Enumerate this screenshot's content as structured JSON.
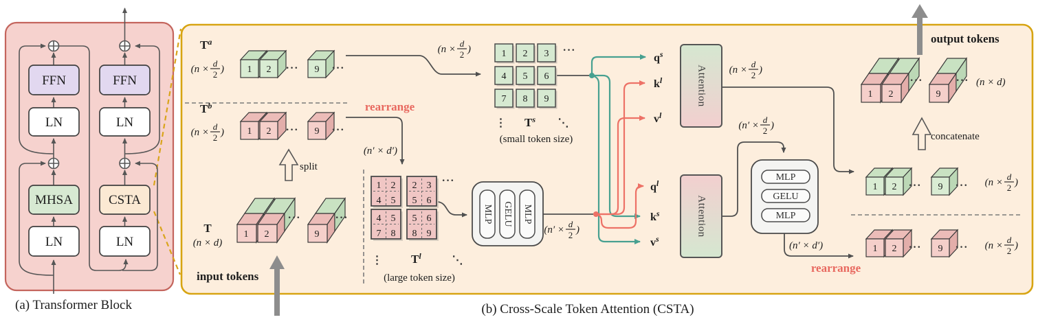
{
  "captions": {
    "a": "(a) Transformer Block",
    "b": "(b) Cross-Scale Token Attention (CSTA)"
  },
  "panel_a": {
    "ffn": "FFN",
    "ln": "LN",
    "mhsa": "MHSA",
    "csta": "CSTA"
  },
  "panel_b": {
    "labels": {
      "t_a_base": "T",
      "t_a_sup": "a",
      "t_b_base": "T",
      "t_b_sup": "b",
      "t_base": "T",
      "t_s_base": "T",
      "t_s_sup": "s",
      "t_l_base": "T",
      "t_l_sup": "l",
      "q_s_base": "q",
      "q_s_sup": "s",
      "k_l_base": "k",
      "k_l_sup": "l",
      "v_l_base": "v",
      "v_l_sup": "l",
      "q_l_base": "q",
      "q_l_sup": "l",
      "k_s_base": "k",
      "k_s_sup": "s",
      "v_s_base": "v",
      "v_s_sup": "s",
      "small_note": "(small token size)",
      "large_note": "(large token size)",
      "split": "split",
      "rearrange": "rearrange",
      "input_tokens": "input tokens",
      "output_tokens": "output tokens",
      "concatenate": "concatenate",
      "attention": "Attention",
      "mlp": "MLP",
      "gelu": "GELU"
    },
    "dims": {
      "open_n": "(n ×",
      "open_np": "(n′ ×",
      "frac_num": "d",
      "frac_den": "2",
      "close": ")",
      "n_d": "(n × d)",
      "np_dp": "(n′ × d′)"
    },
    "dots": {
      "h": "···",
      "v": "⋮",
      "diag": "⋱"
    },
    "cube_row_numbers": [
      "1",
      "2",
      "9"
    ],
    "ts_grid_numbers": [
      "1",
      "2",
      "3",
      "4",
      "5",
      "6",
      "7",
      "8",
      "9"
    ],
    "tl_grid_numbers": [
      [
        "1",
        "2",
        "4",
        "5"
      ],
      [
        "2",
        "3",
        "5",
        "6"
      ],
      [
        "4",
        "5",
        "7",
        "8"
      ],
      [
        "5",
        "6",
        "8",
        "9"
      ]
    ]
  },
  "colors": {
    "panel_a_bg": "#f6d2ce",
    "panel_a_border": "#c4655d",
    "panel_b_bg": "#fdeedd",
    "panel_b_border": "#d7a412",
    "green_token": "#d8ebd2",
    "pink_token": "#f4cdc9",
    "purple_ffn": "#e2d8f0",
    "green_mhsa": "#d7e9d2",
    "cream_csta": "#fbe9d3",
    "teal_wire": "#47a090",
    "red_wire": "#ed7166",
    "gray_wire": "#4f4f4f"
  }
}
